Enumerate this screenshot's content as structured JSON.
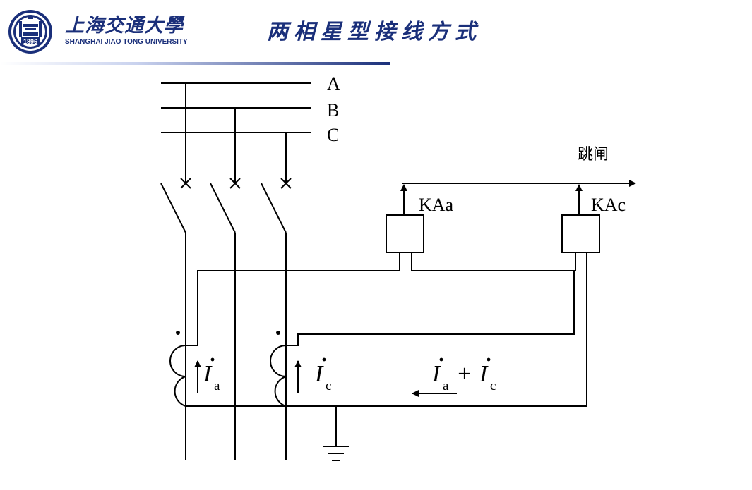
{
  "header": {
    "logo_cn": "上海交通大學",
    "logo_en": "SHANGHAI  JIAO TONG  UNIVERSITY",
    "seal_year": "1896",
    "title": "两相星型接线方式"
  },
  "diagram": {
    "buses": [
      {
        "label": "A"
      },
      {
        "label": "B"
      },
      {
        "label": "C"
      }
    ],
    "trip_label": "跳闸",
    "relays": [
      {
        "label": "KAa"
      },
      {
        "label": "KAc"
      }
    ],
    "currents": {
      "a": {
        "symbol": "I",
        "sub": "a"
      },
      "c": {
        "symbol": "I",
        "sub": "c"
      },
      "sum": {
        "sym1": "I",
        "sub1": "a",
        "plus": "+",
        "sym2": "I",
        "sub2": "c"
      }
    }
  }
}
